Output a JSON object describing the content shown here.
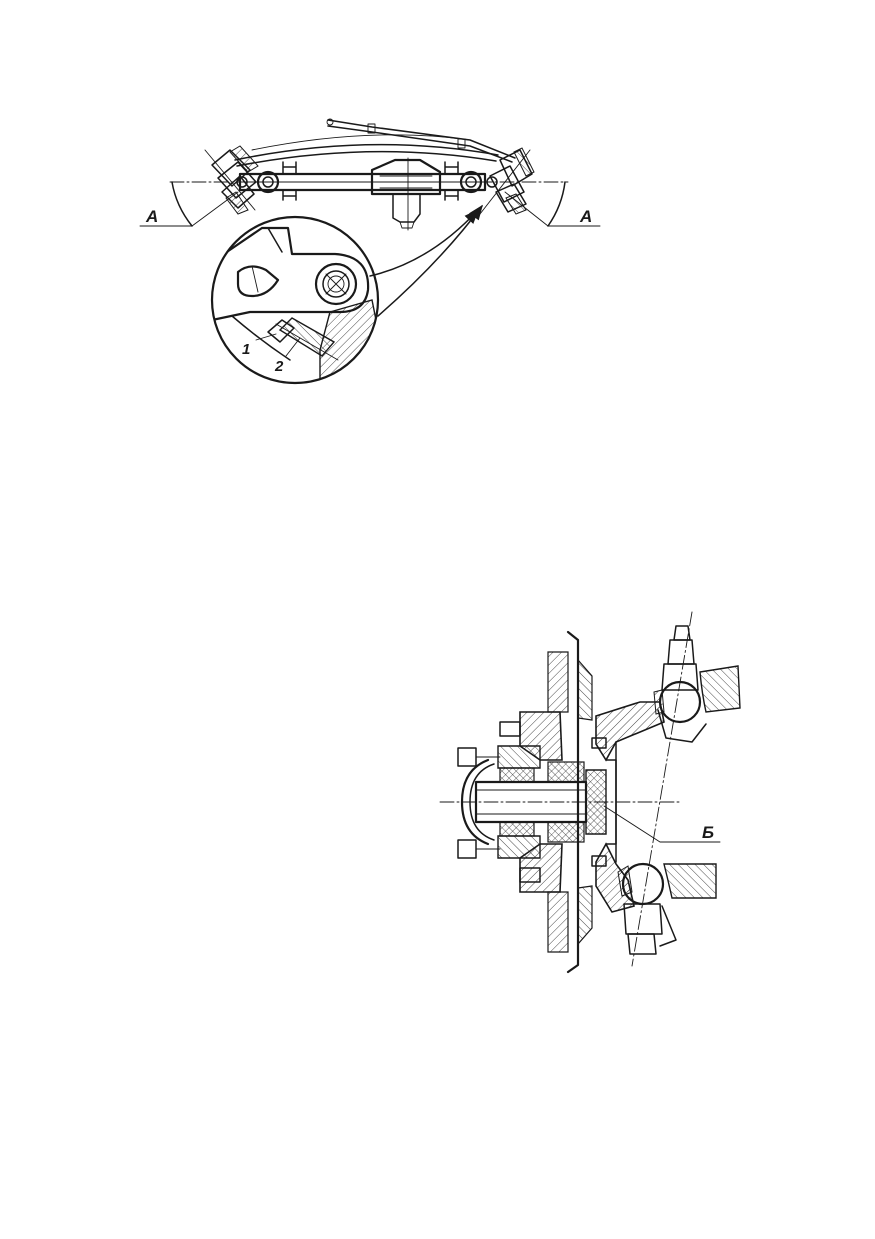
{
  "axle_drawing": {
    "section_label_left": "А",
    "section_label_right": "А"
  },
  "detail_view": {
    "callout_1": "1",
    "callout_2": "2"
  },
  "hub_section": {
    "callout_b": "Б"
  }
}
